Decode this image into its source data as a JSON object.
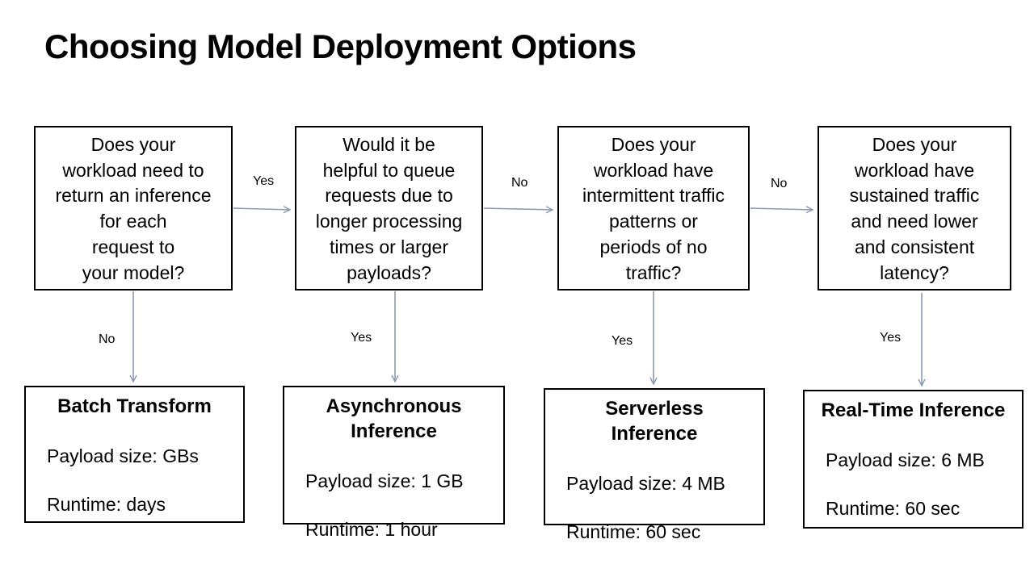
{
  "title": "Choosing Model Deployment Options",
  "questions": [
    {
      "text": "Does your\nworkload need to\nreturn an inference\nfor each\nrequest to\nyour model?"
    },
    {
      "text": "Would it be\nhelpful to queue\nrequests due to\nlonger processing\ntimes or larger\npayloads?"
    },
    {
      "text": "Does your\nworkload have\nintermittent traffic\npatterns or\nperiods of no\ntraffic?"
    },
    {
      "text": "Does your\nworkload have\nsustained traffic\nand need lower\nand consistent\nlatency?"
    }
  ],
  "options": [
    {
      "name": "Batch Transform",
      "payload": "Payload size: GBs",
      "runtime": "Runtime: days"
    },
    {
      "name": "Asynchronous\nInference",
      "payload": "Payload size: 1 GB",
      "runtime": "Runtime: 1 hour"
    },
    {
      "name": "Serverless\nInference",
      "payload": "Payload size: 4 MB",
      "runtime": "Runtime: 60 sec"
    },
    {
      "name": "Real-Time Inference",
      "payload": "Payload size: 6 MB",
      "runtime": "Runtime: 60 sec"
    }
  ],
  "edge_labels": {
    "q1_to_q2": "Yes",
    "q2_to_q3": "No",
    "q3_to_q4": "No",
    "q1_down": "No",
    "q2_down": "Yes",
    "q3_down": "Yes",
    "q4_down": "Yes"
  },
  "colors": {
    "arrow": "#8a9ab0",
    "border": "#000000",
    "background": "#ffffff"
  }
}
